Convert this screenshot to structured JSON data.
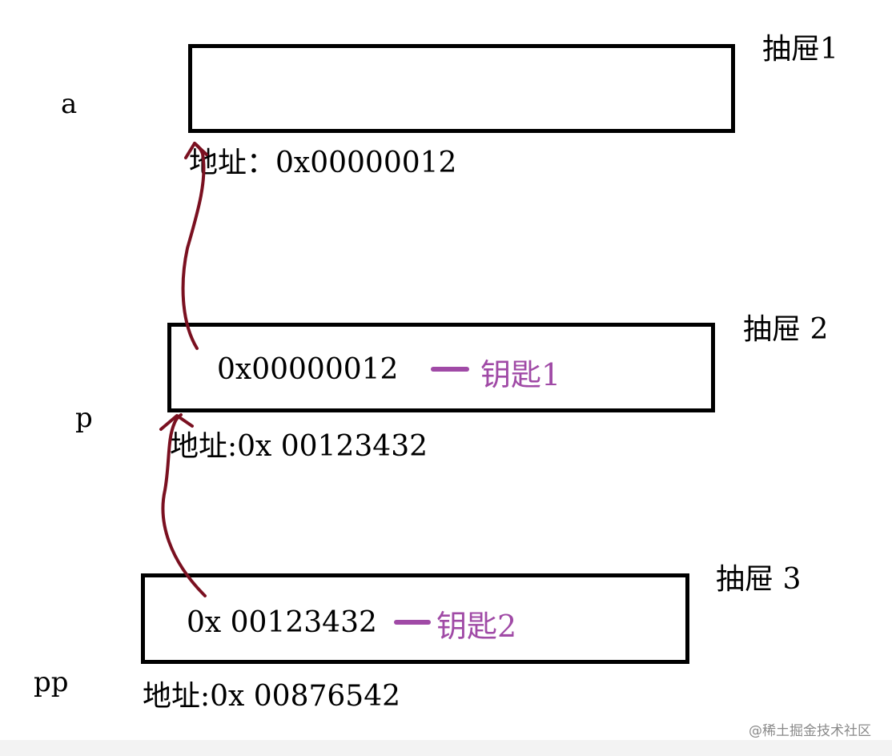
{
  "drawers": [
    {
      "title": "抽屉1",
      "variable": "a",
      "content": "",
      "address_label": "地址：0x00000012",
      "key_label": ""
    },
    {
      "title": "抽屉 2",
      "variable": "p",
      "content": "0x00000012",
      "address_label": "地址:0x 00123432",
      "key_label": "钥匙1"
    },
    {
      "title": "抽屉 3",
      "variable": "pp",
      "content": "0x 00123432",
      "address_label": "地址:0x 00876542",
      "key_label": "钥匙2"
    }
  ],
  "watermark": "@稀土掘金技术社区",
  "colors": {
    "box_border": "#000000",
    "key_text": "#a04aa6",
    "arrow": "#7a1020",
    "footer_bar": "#f3f3f3"
  },
  "icons": [
    "arrowhead-icon"
  ]
}
